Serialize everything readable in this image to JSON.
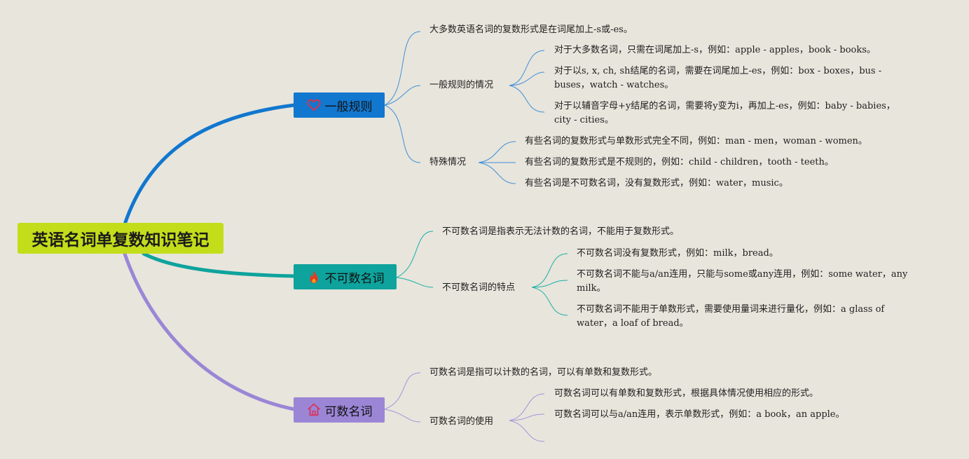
{
  "root": {
    "label": "英语名词单复数知识笔记",
    "color": "#c3dd1b"
  },
  "branches": [
    {
      "label": "一般规则",
      "icon": "heart-icon",
      "color": "#1177cf",
      "children": [
        {
          "text": "大多数英语名词的复数形式是在词尾加上-s或-es。"
        },
        {
          "text": "一般规则的情况",
          "children": [
            "对于大多数名词，只需在词尾加上-s，例如：apple - apples，book - books。",
            "对于以s, x, ch, sh结尾的名词，需要在词尾加上-es，例如：box - boxes，bus - buses，watch - watches。",
            "对于以辅音字母+y结尾的名词，需要将y变为i，再加上-es，例如：baby - babies，city - cities。"
          ]
        },
        {
          "text": "特殊情况",
          "children": [
            "有些名词的复数形式与单数形式完全不同，例如：man - men，woman - women。",
            "有些名词的复数形式是不规则的，例如：child - children，tooth - teeth。",
            "有些名词是不可数名词，没有复数形式，例如：water，music。"
          ]
        }
      ]
    },
    {
      "label": "不可数名词",
      "icon": "fire-icon",
      "color": "#0ea39d",
      "children": [
        {
          "text": "不可数名词是指表示无法计数的名词，不能用于复数形式。"
        },
        {
          "text": "不可数名词的特点",
          "children": [
            "不可数名词没有复数形式，例如：milk，bread。",
            "不可数名词不能与a/an连用，只能与some或any连用，例如：some water，any milk。",
            "不可数名词不能用于单数形式，需要使用量词来进行量化，例如：a glass of water，a loaf of bread。"
          ]
        }
      ]
    },
    {
      "label": "可数名词",
      "icon": "home-icon",
      "color": "#9b86d6",
      "children": [
        {
          "text": "可数名词是指可以计数的名词，可以有单数和复数形式。"
        },
        {
          "text": "可数名词的使用",
          "children": [
            "可数名词可以有单数和复数形式，根据具体情况使用相应的形式。",
            "可数名词可以与a/an连用，表示单数形式，例如：a book，an apple。",
            ""
          ]
        }
      ]
    }
  ]
}
